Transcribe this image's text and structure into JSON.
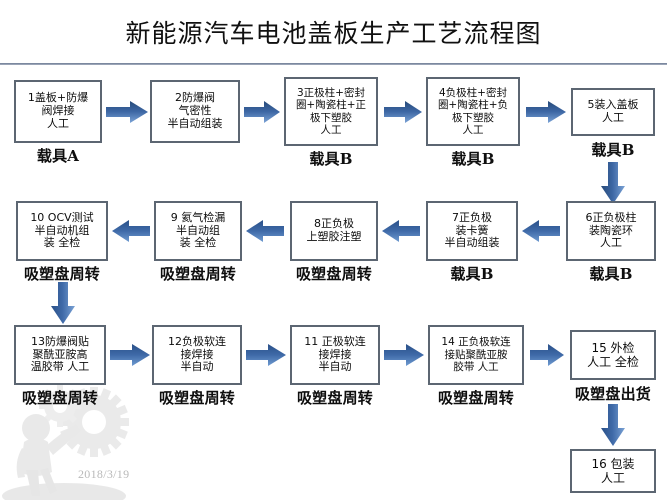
{
  "page": {
    "title": "新能源汽车电池盖板生产工艺流程图",
    "watermark_date": "2018/3/19",
    "watermark_icon": "worker-with-gears-watermark"
  },
  "colors": {
    "box_border": "#5c6672",
    "box_fill": "#ffffff",
    "arrow_dark": "#2a4d7e",
    "arrow_mid": "#3f6aa8",
    "arrow_light": "#6f9bd1",
    "rule": "#6d7a91",
    "text": "#0c0c0c"
  },
  "rows": [
    {
      "id": "row-1",
      "direction": "left-to-right",
      "nodes": [
        {
          "id": "n1",
          "num": "1",
          "lines": [
            "1盖板+防爆",
            "阀焊接",
            "人工"
          ],
          "caption": "载具A"
        },
        {
          "id": "n2",
          "num": "2",
          "lines": [
            "2防爆阀",
            "气密性",
            "半自动组装"
          ],
          "caption": ""
        },
        {
          "id": "n3",
          "num": "3",
          "lines": [
            "3正极柱+密封",
            "圈+陶瓷柱+正",
            "极下塑胶",
            "人工"
          ],
          "caption": "载具B"
        },
        {
          "id": "n4",
          "num": "4",
          "lines": [
            "4负极柱+密封",
            "圈+陶瓷柱+负",
            "极下塑胶",
            "人工"
          ],
          "caption": "载具B"
        },
        {
          "id": "n5",
          "num": "5",
          "lines": [
            "5装入盖板",
            "人工"
          ],
          "caption": "载具B"
        }
      ]
    },
    {
      "id": "row-2",
      "direction": "right-to-left",
      "nodes": [
        {
          "id": "n10",
          "num": "10",
          "lines": [
            "10 OCV测试",
            "半自动机组",
            "装 全检"
          ],
          "caption": "吸塑盘周转"
        },
        {
          "id": "n9",
          "num": "9",
          "lines": [
            "9 氦气检漏",
            "半自动组",
            "装 全检"
          ],
          "caption": "吸塑盘周转"
        },
        {
          "id": "n8",
          "num": "8",
          "lines": [
            "8正负极",
            "上塑胶注塑"
          ],
          "caption": "吸塑盘周转"
        },
        {
          "id": "n7",
          "num": "7",
          "lines": [
            "7正负极",
            "装卡簧",
            "半自动组装"
          ],
          "caption": "载具B"
        },
        {
          "id": "n6",
          "num": "6",
          "lines": [
            "6正负极柱",
            "装陶瓷环",
            "人工"
          ],
          "caption": "载具B"
        }
      ]
    },
    {
      "id": "row-3",
      "direction": "left-to-right",
      "nodes": [
        {
          "id": "n13",
          "num": "13",
          "lines": [
            "13防爆阀贴",
            "聚酰亚胺高",
            "温胶带 人工"
          ],
          "caption": "吸塑盘周转"
        },
        {
          "id": "n12",
          "num": "12",
          "lines": [
            "12负极软连",
            "接焊接",
            "半自动"
          ],
          "caption": "吸塑盘周转"
        },
        {
          "id": "n11",
          "num": "11",
          "lines": [
            "11 正极软连",
            "接焊接",
            "半自动"
          ],
          "caption": "吸塑盘周转"
        },
        {
          "id": "n14",
          "num": "14",
          "lines": [
            "14 正负极软连",
            "接贴聚酰亚胺",
            "胶带 人工"
          ],
          "caption": "吸塑盘周转"
        },
        {
          "id": "n15",
          "num": "15",
          "lines": [
            "15 外检",
            "人工 全检"
          ],
          "caption": "吸塑盘出货"
        }
      ]
    },
    {
      "id": "row-4",
      "direction": "terminal",
      "nodes": [
        {
          "id": "n16",
          "num": "16",
          "lines": [
            "16 包装",
            "人工"
          ],
          "caption": ""
        }
      ]
    }
  ],
  "connectors": [
    {
      "id": "a1-2",
      "type": "arrow-right",
      "from": "n1",
      "to": "n2"
    },
    {
      "id": "a2-3",
      "type": "arrow-right",
      "from": "n2",
      "to": "n3"
    },
    {
      "id": "a3-4",
      "type": "arrow-right",
      "from": "n3",
      "to": "n4"
    },
    {
      "id": "a4-5",
      "type": "arrow-right",
      "from": "n4",
      "to": "n5"
    },
    {
      "id": "a5-6",
      "type": "arrow-down",
      "from": "n5",
      "to": "n6"
    },
    {
      "id": "a6-7",
      "type": "arrow-left",
      "from": "n6",
      "to": "n7"
    },
    {
      "id": "a7-8",
      "type": "arrow-left",
      "from": "n7",
      "to": "n8"
    },
    {
      "id": "a8-9",
      "type": "arrow-left",
      "from": "n8",
      "to": "n9"
    },
    {
      "id": "a9-10",
      "type": "arrow-left",
      "from": "n9",
      "to": "n10"
    },
    {
      "id": "a10-13",
      "type": "arrow-down",
      "from": "n10",
      "to": "n13"
    },
    {
      "id": "a13-12",
      "type": "arrow-right",
      "from": "n13",
      "to": "n12"
    },
    {
      "id": "a12-11",
      "type": "arrow-right",
      "from": "n12",
      "to": "n11"
    },
    {
      "id": "a11-14",
      "type": "arrow-right",
      "from": "n11",
      "to": "n14"
    },
    {
      "id": "a14-15",
      "type": "arrow-right",
      "from": "n14",
      "to": "n15"
    },
    {
      "id": "a15-16",
      "type": "arrow-down",
      "from": "n15",
      "to": "n16"
    }
  ]
}
